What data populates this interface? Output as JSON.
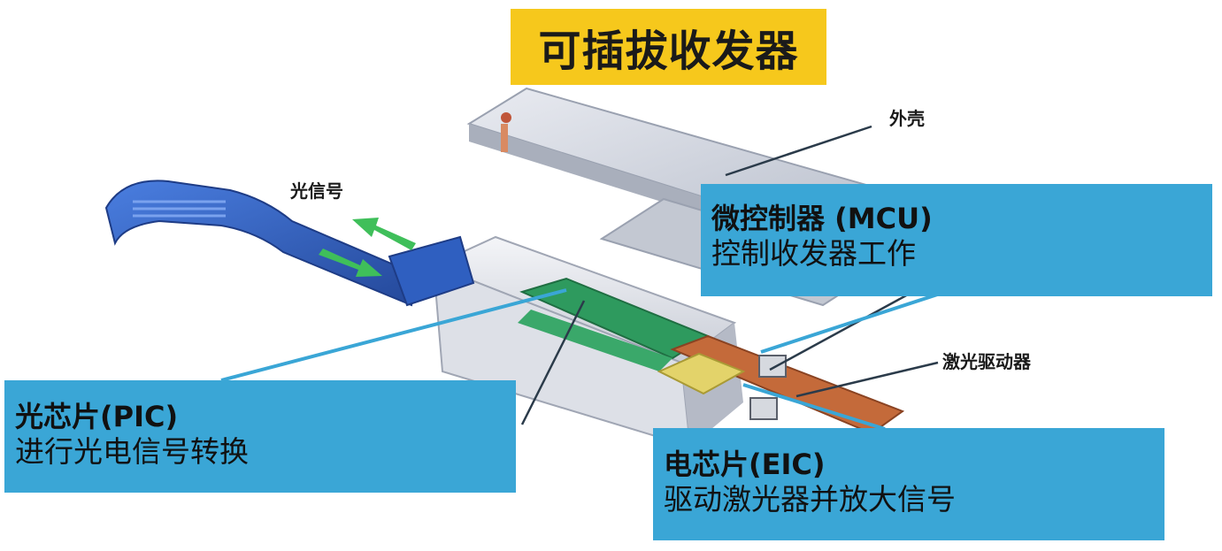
{
  "title": "可插拔收发器",
  "labels": {
    "shell": "外壳",
    "optical_signal": "光信号",
    "laser_driver": "激光驱动器"
  },
  "callouts": {
    "mcu": {
      "title": "微控制器 (MCU)",
      "description": "控制收发器工作"
    },
    "pic": {
      "title": "光芯片(PIC)",
      "description": "进行光电信号转换"
    },
    "eic": {
      "title": "电芯片(EIC)",
      "description": "驱动激光器并放大信号"
    }
  },
  "colors": {
    "title_bg": "#f6c81c",
    "callout_bg": "#3aa6d6",
    "handle": "#2f5fc0",
    "pcb": "#2e9a5e",
    "signal_arrow": "#3fbf5a",
    "shell": "#d9dde6"
  }
}
